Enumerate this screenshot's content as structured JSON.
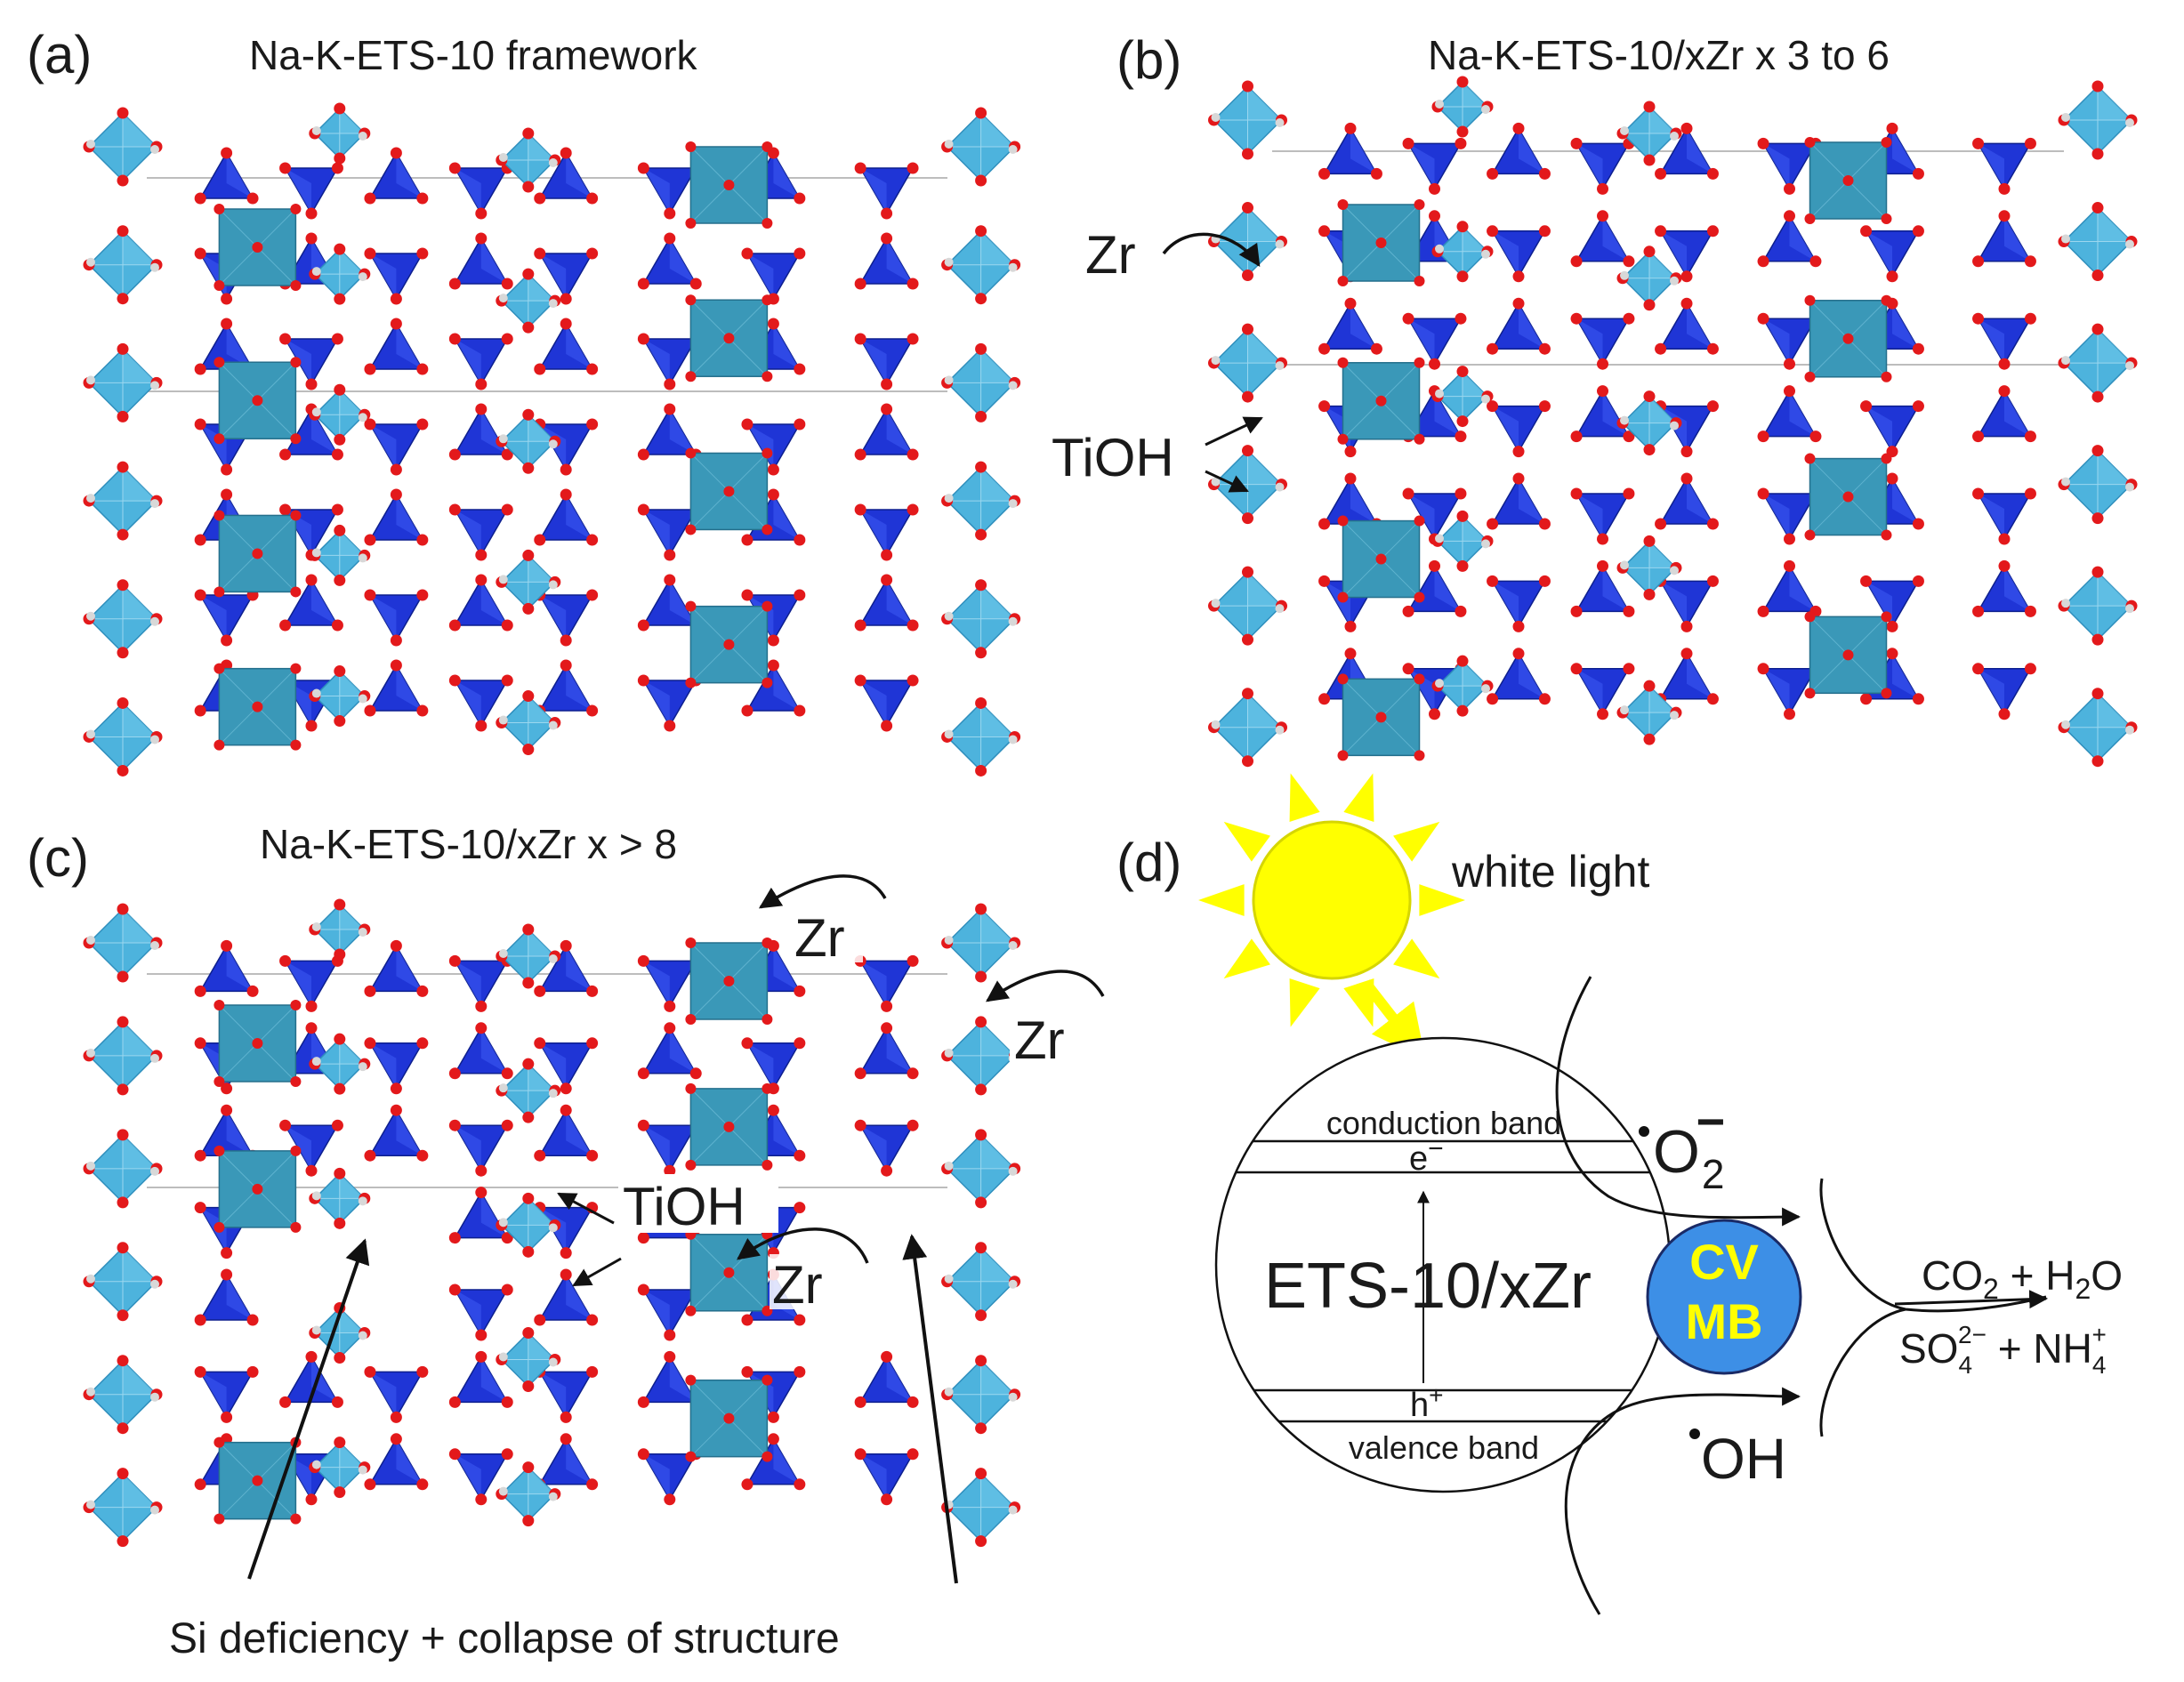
{
  "panels": {
    "a": {
      "letter": "(a)",
      "title": "Na-K-ETS-10 framework"
    },
    "b": {
      "letter": "(b)",
      "title": "Na-K-ETS-10/xZr x 3 to 6",
      "labels": {
        "zr": "Zr",
        "tioh": "TiOH"
      }
    },
    "c": {
      "letter": "(c)",
      "title": "Na-K-ETS-10/xZr x > 8",
      "labels": {
        "zr": "Zr",
        "tioh": "TiOH",
        "caption": "Si deficiency + collapse of structure"
      }
    },
    "d": {
      "letter": "(d)",
      "light": "white light",
      "conduction_band": "conduction band",
      "valence_band": "valence band",
      "electron": "e",
      "electron_sup": "−",
      "hole": "h",
      "hole_sup": "+",
      "particle": "ETS-10/xZr",
      "dye_1": "CV",
      "dye_2": "MB",
      "superoxide": "O",
      "superoxide_sub": "2",
      "superoxide_sup": "−",
      "hydroxyl": "OH",
      "products_1a": "CO",
      "products_1a_sub": "2",
      "products_1b": " + H",
      "products_1b_sub": "2",
      "products_1c": "O",
      "products_2a": "SO",
      "products_2a_sub": "4",
      "products_2a_sup": "2−",
      "products_2b": " + NH",
      "products_2b_sub": "4",
      "products_2b_sup": "+"
    }
  },
  "colors": {
    "ti_octahedron": "#4db3dd",
    "ti_octahedron_dark": "#2f8fbd",
    "si_tetra": "#1f35d6",
    "si_tetra_dark": "#0d1f8e",
    "zr_square": "#3a98b8",
    "oxygen": "#e3191b",
    "cation": "#d8d8d8",
    "sun": "#ffff00",
    "dye_circle": "#3d8fe6",
    "dye_text": "#ffff00"
  }
}
